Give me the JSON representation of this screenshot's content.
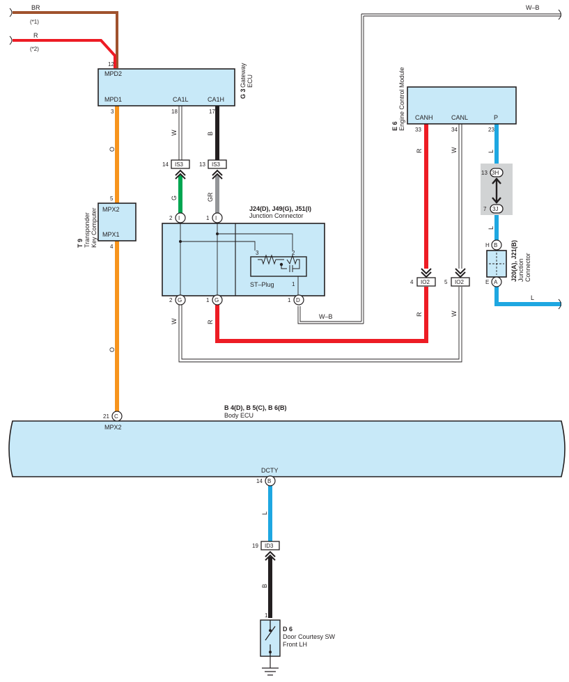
{
  "wires": {
    "br": {
      "color": "BR",
      "note": "(*1)"
    },
    "r": {
      "color": "R",
      "note": "(*2)"
    },
    "wb_top": "W–B",
    "wb_jc": "W–B",
    "l_right": "L",
    "o_upper": "O",
    "o_lower": "O",
    "w_ca1l": "W",
    "b_ca1h": "B",
    "g_jc": "G",
    "gr_jc": "GR",
    "w_jc_out": "W",
    "r_jc_out": "R",
    "r_canh": "R",
    "r_canh_low": "R",
    "w_canl": "W",
    "w_canl_low": "W",
    "l_p": "L",
    "l_3j": "L",
    "l_dcty": "L",
    "b_door": "B",
    "colors": {
      "brown": "#a0522d",
      "red": "#ed1c24",
      "orange": "#f7941d",
      "black": "#231f20",
      "green": "#00a651",
      "gray": "#939598",
      "blue": "#1ea7e1",
      "white": "#ffffff",
      "box": "#c8e9f8"
    }
  },
  "gateway": {
    "id": "G 3",
    "name": "Gateway",
    "name2": "ECU",
    "mpd2": "MPD2",
    "mpd1": "MPD1",
    "ca1l": "CA1L",
    "ca1h": "CA1H",
    "pin_mpd2": "12",
    "pin_mpd1": "3",
    "pin_ca1l": "18",
    "pin_ca1h": "17"
  },
  "transponder": {
    "id": "T 9",
    "name": "Transponder",
    "name2": "Key Computer",
    "mpx2": "MPX2",
    "mpx1": "MPX1",
    "pin_mpx2": "5",
    "pin_mpx1": "4"
  },
  "ecm": {
    "id": "E 6",
    "name": "Engine Control Module",
    "canh": "CANH",
    "canl": "CANL",
    "p": "P",
    "pin_canh": "33",
    "pin_canl": "34",
    "pin_p": "23"
  },
  "is3_left": {
    "code": "IS3",
    "pin": "14"
  },
  "is3_right": {
    "code": "IS3",
    "pin": "13"
  },
  "io2_left": {
    "code": "IO2",
    "pin": "4"
  },
  "io2_right": {
    "code": "IO2",
    "pin": "5"
  },
  "id3": {
    "code": "ID3",
    "pin": "19"
  },
  "jc": {
    "title": "J24(D), J49(G), J51(I)",
    "subtitle": "Junction Connector",
    "plug": "ST–Plug",
    "pin_i1_num": "2",
    "pin_i1": "I",
    "pin_i2_num": "1",
    "pin_i2": "I",
    "pin_g1_num": "2",
    "pin_g1": "G",
    "pin_g2_num": "1",
    "pin_g2": "G",
    "pin_d_num": "1",
    "pin_d": "D",
    "plug_pin3": "3",
    "plug_pin2": "2",
    "plug_pin1": "1"
  },
  "shortpin": {
    "top_num": "13",
    "top": "3H",
    "bot_num": "7",
    "bot": "3J"
  },
  "jc2": {
    "title": "J20(A), J21(B)",
    "subtitle": "Junction",
    "subtitle2": "Connector",
    "pin_h_num": "H",
    "pin_h": "B",
    "pin_e_num": "E",
    "pin_e": "A"
  },
  "body_ecu": {
    "title": "B 4(D), B 5(C), B 6(B)",
    "name": "Body ECU",
    "mpx2": "MPX2",
    "dcty": "DCTY",
    "pin_mpx2_num": "21",
    "pin_mpx2": "C",
    "pin_dcty_num": "14",
    "pin_dcty": "B"
  },
  "door_sw": {
    "id": "D 6",
    "name": "Door Courtesy SW",
    "name2": "Front LH",
    "pin": "1"
  }
}
